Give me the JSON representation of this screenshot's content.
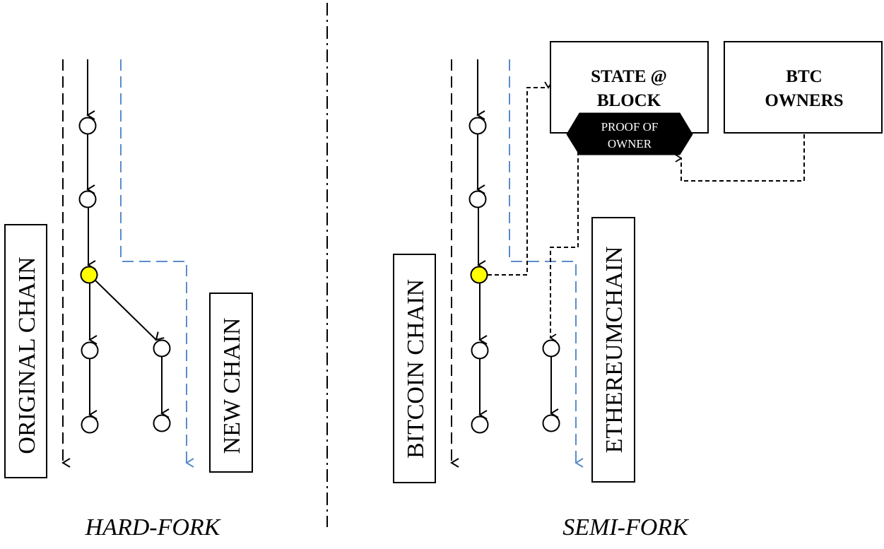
{
  "hard_fork": {
    "caption": "HARD-FORK",
    "original_chain_label": "ORIGINAL CHAIN",
    "new_chain_label": "NEW CHAIN"
  },
  "semi_fork": {
    "caption": "SEMI-FORK",
    "bitcoin_chain_label": "BITCOIN CHAIN",
    "ethereum_chain_label": "ETHEREUMCHAIN",
    "state_box": {
      "line1": "STATE @",
      "line2": "BLOCK"
    },
    "btc_owners_box": {
      "line1": "BTC",
      "line2": "OWNERS"
    },
    "proof_tag": {
      "line1": "PROOF OF",
      "line2": "OWNER"
    }
  },
  "colors": {
    "line": "#000000",
    "new_chain_dashed": "#5b8ccb",
    "fork_node": "#ffff00",
    "proof_tag_fill": "#000000",
    "proof_tag_text": "#ffffff"
  }
}
